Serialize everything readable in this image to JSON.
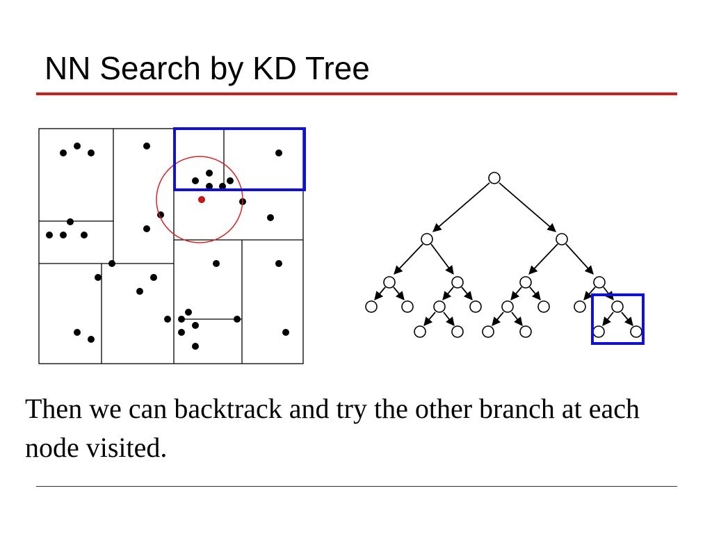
{
  "slide": {
    "title": "NN Search by KD Tree",
    "caption": "Then we can backtrack and try the other branch at each node visited."
  },
  "colors": {
    "title_rule": "#d11a1a",
    "highlight_box": "#1010dd",
    "query_point": "#dd1111",
    "search_circle": "#dd2222",
    "ink": "#000000"
  },
  "icons": {
    "tree_node": "circle-outline",
    "data_point": "filled-dot"
  }
}
